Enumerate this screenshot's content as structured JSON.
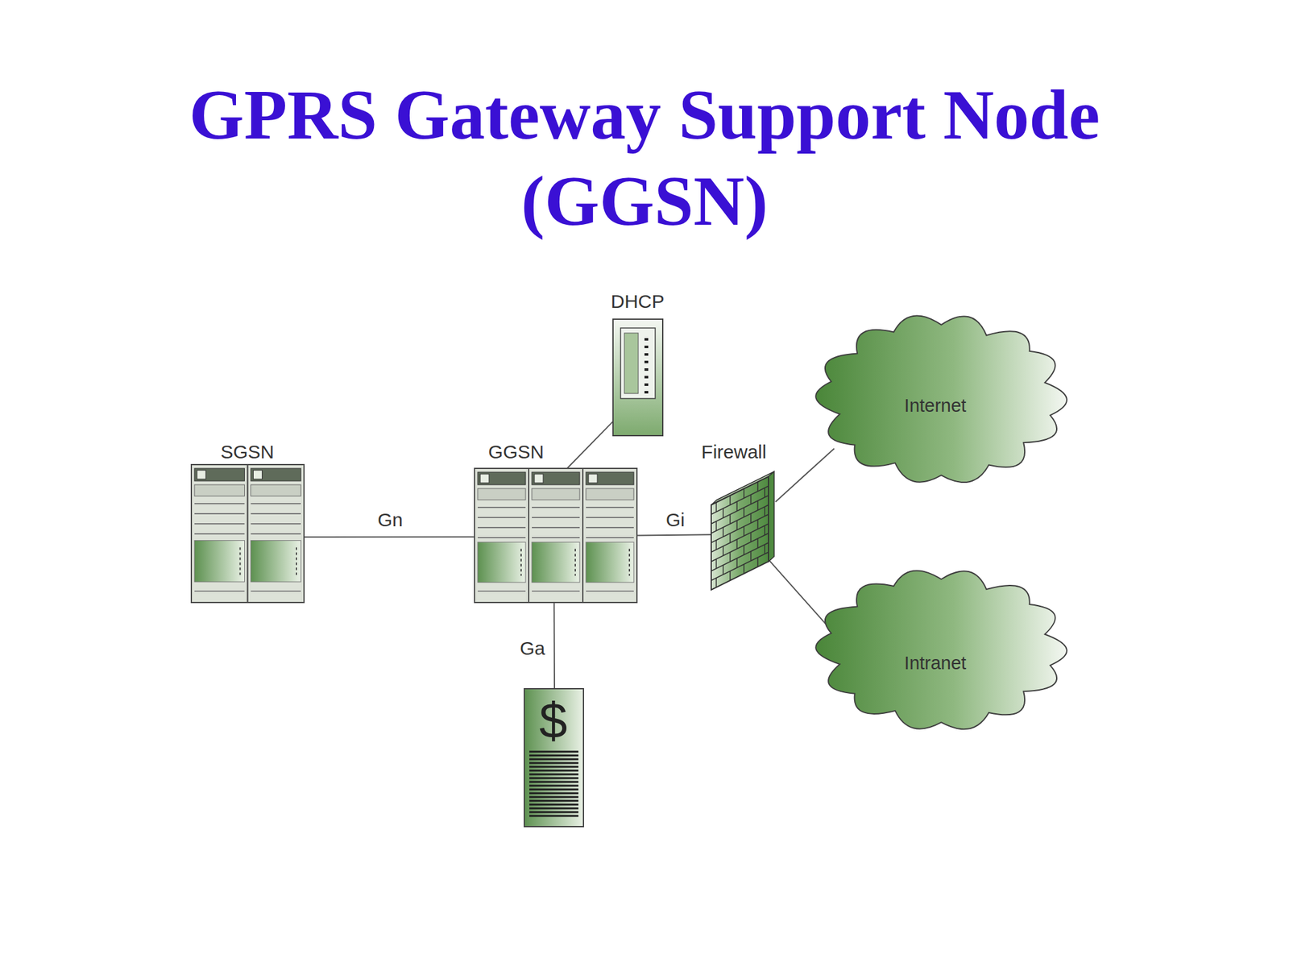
{
  "diagram": {
    "title": "GPRS Gateway Support Node (GGSN)",
    "nodes": [
      {
        "text": [
          "DHCP"
        ]
      },
      {
        "text": [
          "SGSN"
        ]
      },
      {
        "text": [
          "GGSN"
        ]
      },
      {
        "text": [
          "Firewall"
        ]
      },
      {
        "text": [
          "Internet"
        ]
      },
      {
        "text": [
          "Intranet"
        ]
      },
      {
        "text": [
          "$"
        ]
      }
    ],
    "edges": [
      {
        "from": 1,
        "to": 2,
        "label": "Gn",
        "arrow": "none"
      },
      {
        "from": 2,
        "to": 0,
        "arrow": "none"
      },
      {
        "from": 2,
        "to": 3,
        "label": "Gi",
        "arrow": "none"
      },
      {
        "from": 2,
        "to": 6,
        "label": "Ga",
        "arrow": "none"
      },
      {
        "from": 3,
        "to": 4,
        "arrow": "none"
      },
      {
        "from": 3,
        "to": 5,
        "arrow": "none"
      }
    ]
  }
}
